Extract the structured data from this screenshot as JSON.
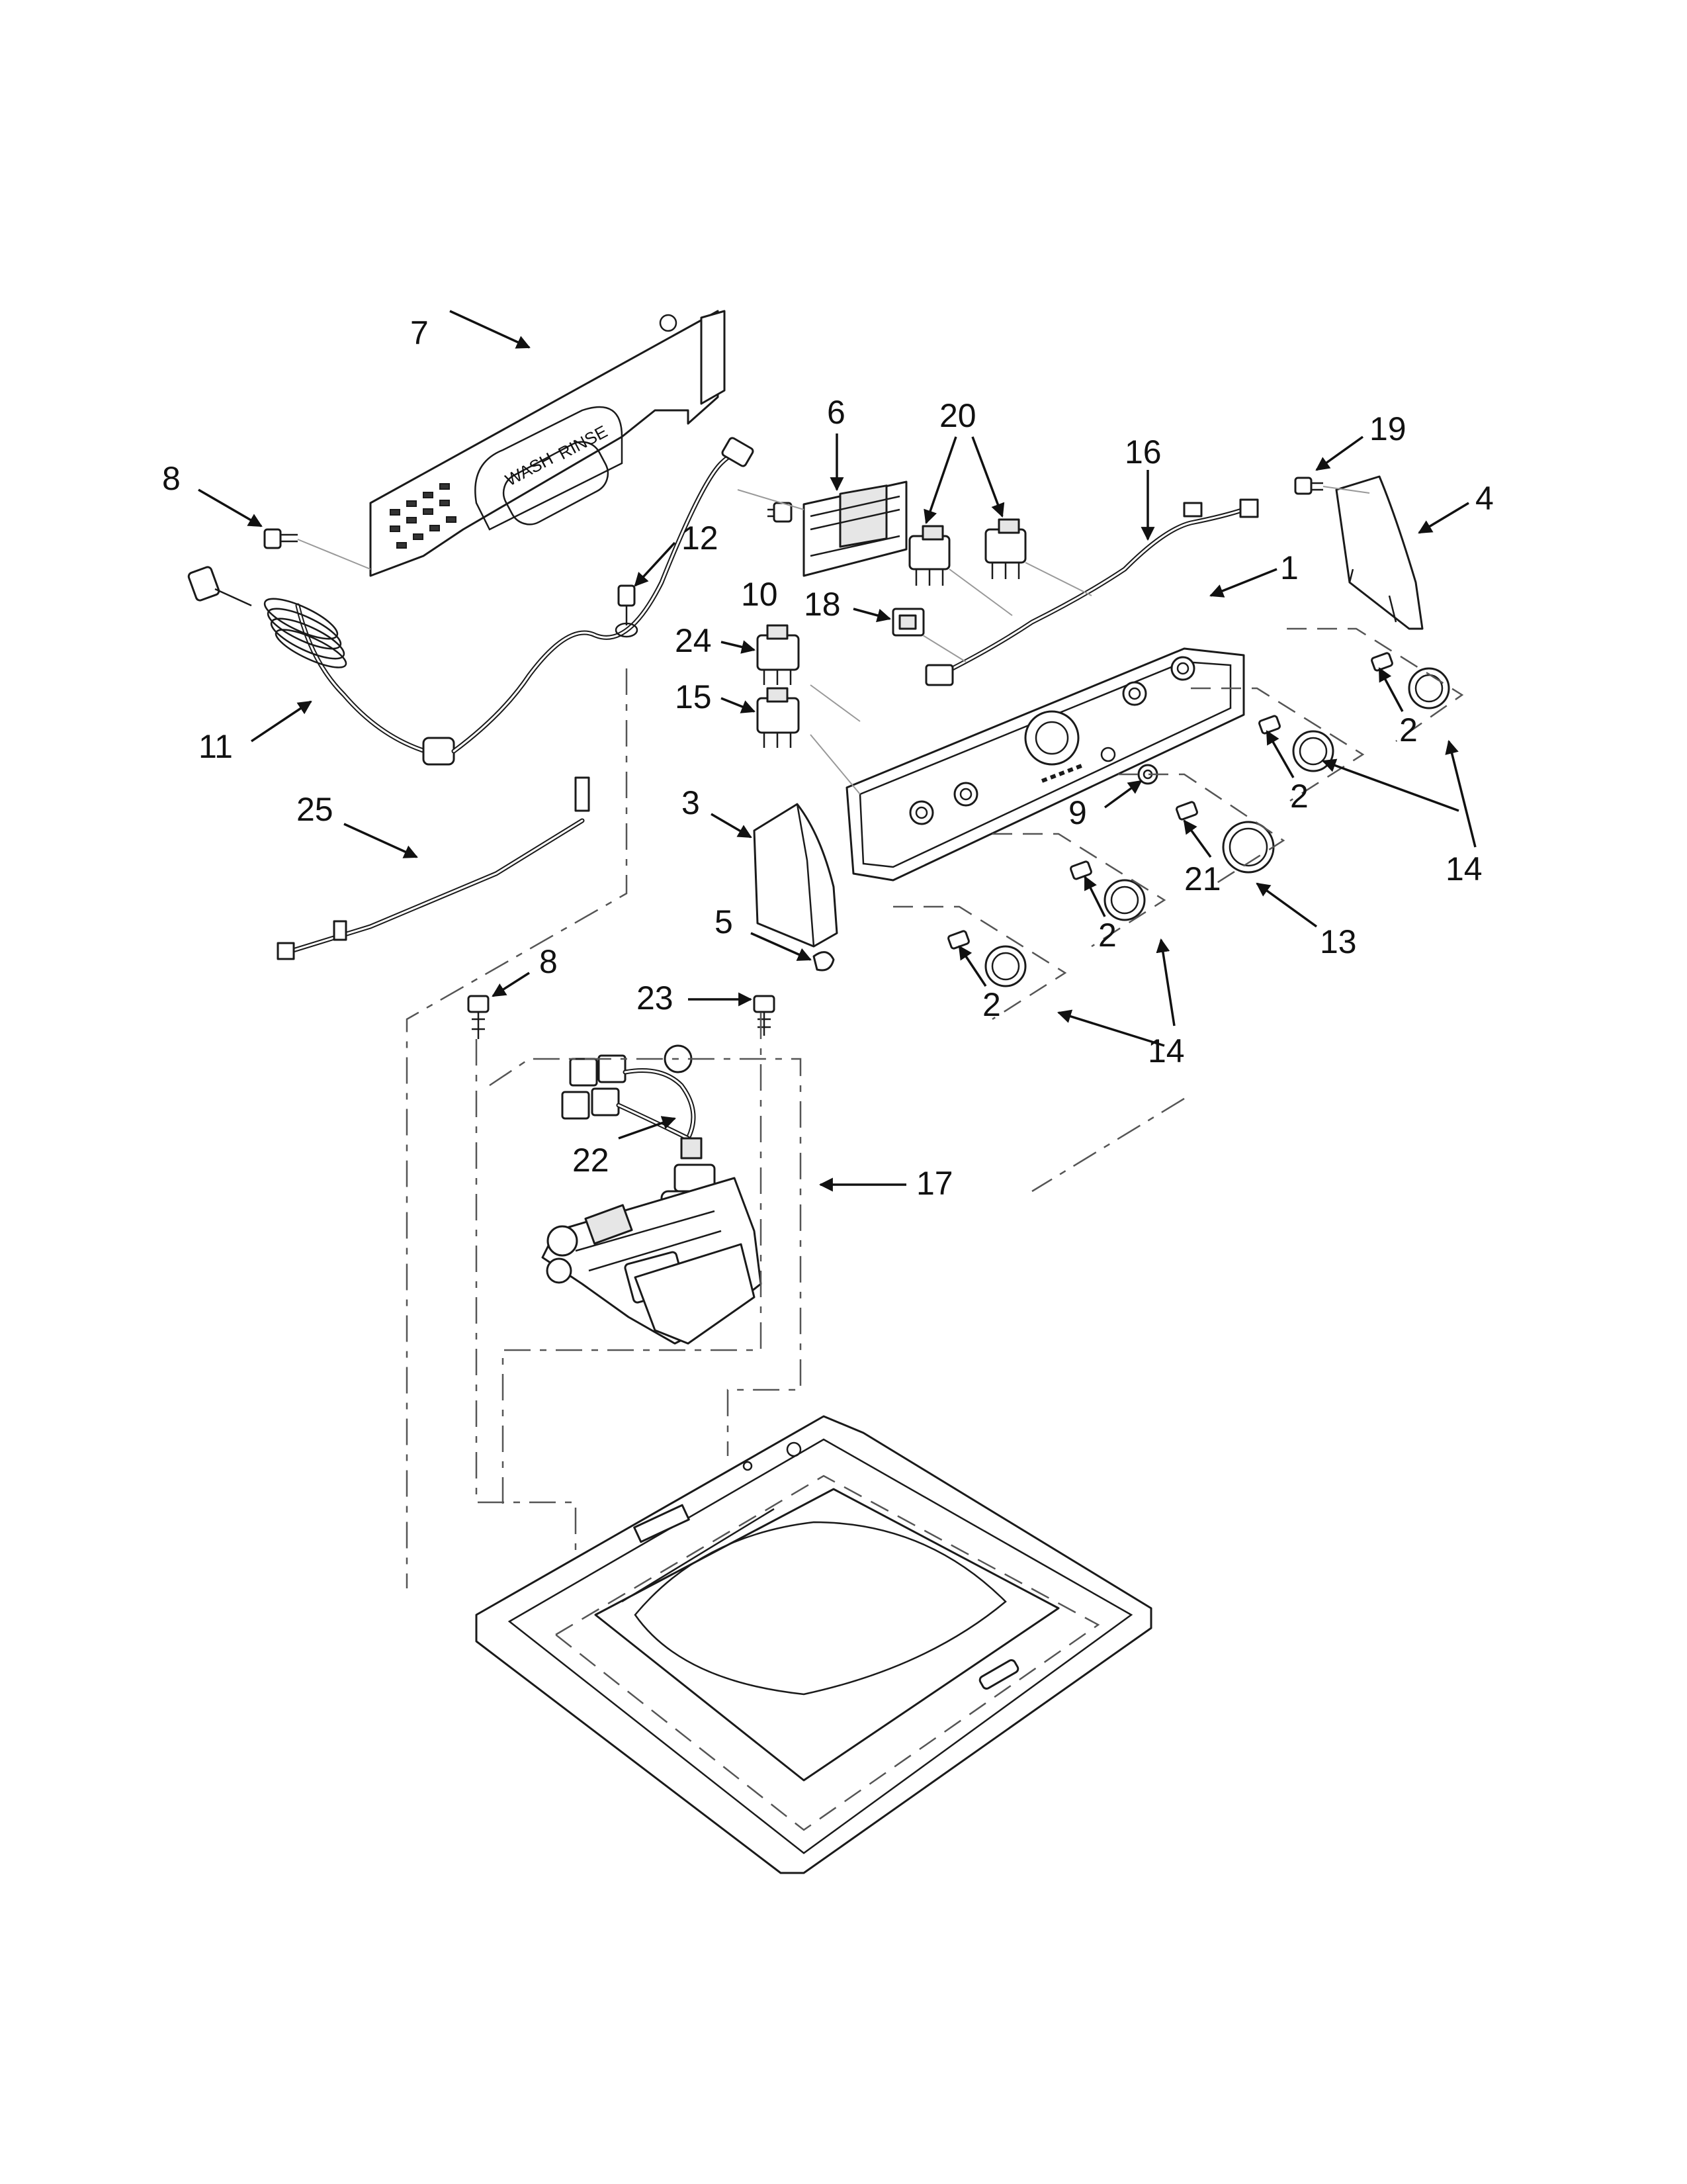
{
  "diagram": {
    "callouts": [
      {
        "id": "c7",
        "text": "7"
      },
      {
        "id": "c8a",
        "text": "8"
      },
      {
        "id": "c12",
        "text": "12"
      },
      {
        "id": "c11",
        "text": "11"
      },
      {
        "id": "c25",
        "text": "25"
      },
      {
        "id": "c6",
        "text": "6"
      },
      {
        "id": "c10",
        "text": "10"
      },
      {
        "id": "c20",
        "text": "20"
      },
      {
        "id": "c16",
        "text": "16"
      },
      {
        "id": "c1",
        "text": "1"
      },
      {
        "id": "c19",
        "text": "19"
      },
      {
        "id": "c4",
        "text": "4"
      },
      {
        "id": "c18",
        "text": "18"
      },
      {
        "id": "c24",
        "text": "24"
      },
      {
        "id": "c15",
        "text": "15"
      },
      {
        "id": "c3",
        "text": "3"
      },
      {
        "id": "c5",
        "text": "5"
      },
      {
        "id": "c9",
        "text": "9"
      },
      {
        "id": "c21",
        "text": "21"
      },
      {
        "id": "c13",
        "text": "13"
      },
      {
        "id": "c2a",
        "text": "2"
      },
      {
        "id": "c2b",
        "text": "2"
      },
      {
        "id": "c2c",
        "text": "2"
      },
      {
        "id": "c2d",
        "text": "2"
      },
      {
        "id": "c14a",
        "text": "14"
      },
      {
        "id": "c14b",
        "text": "14"
      },
      {
        "id": "c8b",
        "text": "8"
      },
      {
        "id": "c23",
        "text": "23"
      },
      {
        "id": "c22",
        "text": "22"
      },
      {
        "id": "c17",
        "text": "17"
      }
    ],
    "panel_text": {
      "left": "WASH",
      "right": "RINSE"
    }
  }
}
